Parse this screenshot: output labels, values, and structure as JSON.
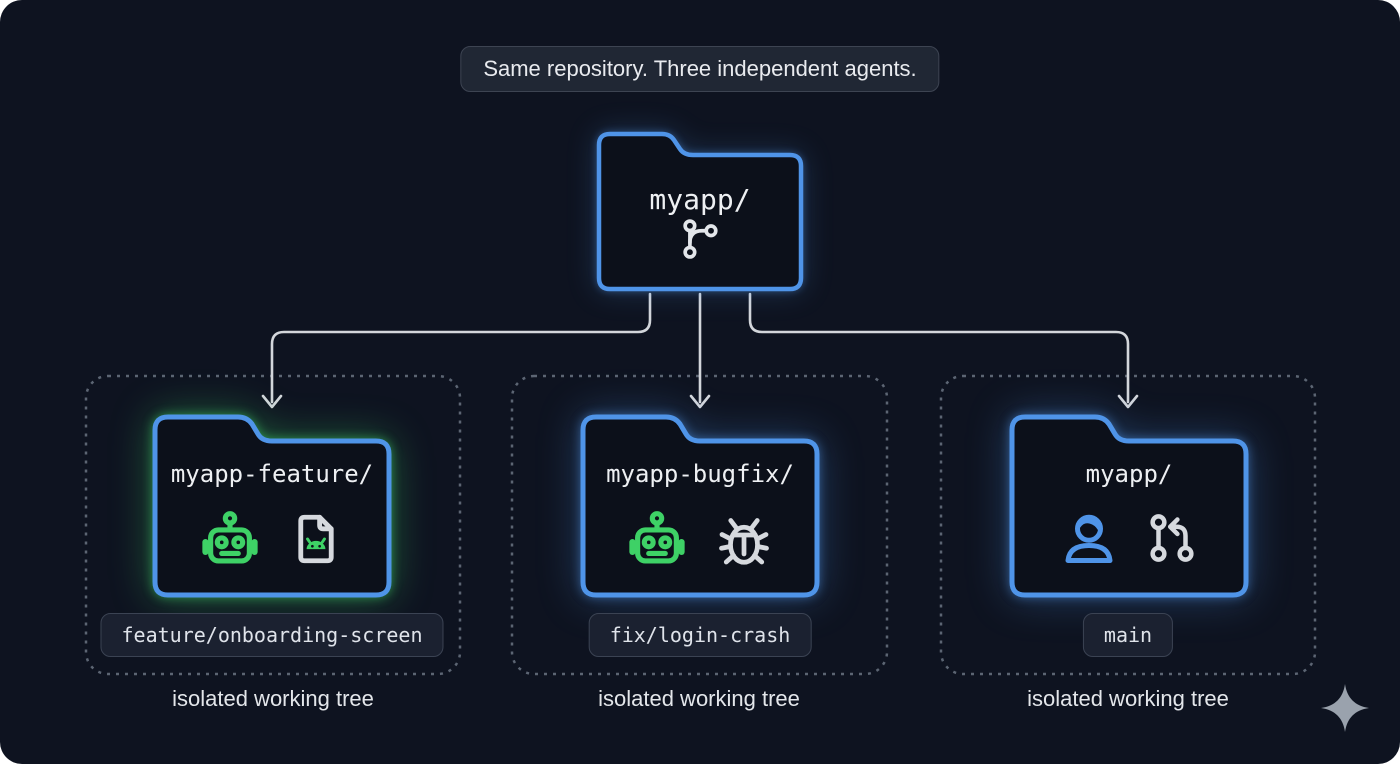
{
  "banner": {
    "text": "Same repository. Three independent agents."
  },
  "root": {
    "folder_name": "myapp/",
    "icon": "git-branch-icon"
  },
  "worktrees": [
    {
      "folder_name": "myapp-feature/",
      "branch": "feature/onboarding-screen",
      "caption": "isolated working tree",
      "agent_icon": "robot-icon",
      "task_icon": "android-document-icon",
      "glow": "green"
    },
    {
      "folder_name": "myapp-bugfix/",
      "branch": "fix/login-crash",
      "caption": "isolated working tree",
      "agent_icon": "robot-icon",
      "task_icon": "bug-icon",
      "glow": "blue"
    },
    {
      "folder_name": "myapp/",
      "branch": "main",
      "caption": "isolated working tree",
      "agent_icon": "person-icon",
      "task_icon": "pull-request-icon",
      "glow": "blue"
    }
  ],
  "colors": {
    "background": "#0e1320",
    "folder_blue": "#4f94e8",
    "accent_green": "#3ed166",
    "icon_gray": "#d6d9de",
    "connector": "#d3d6db",
    "dashed_border": "#5c6573",
    "badge_background": "#1b2130",
    "text_light": "#e9ebef"
  },
  "footer": {
    "decoration": "sparkle-icon"
  }
}
